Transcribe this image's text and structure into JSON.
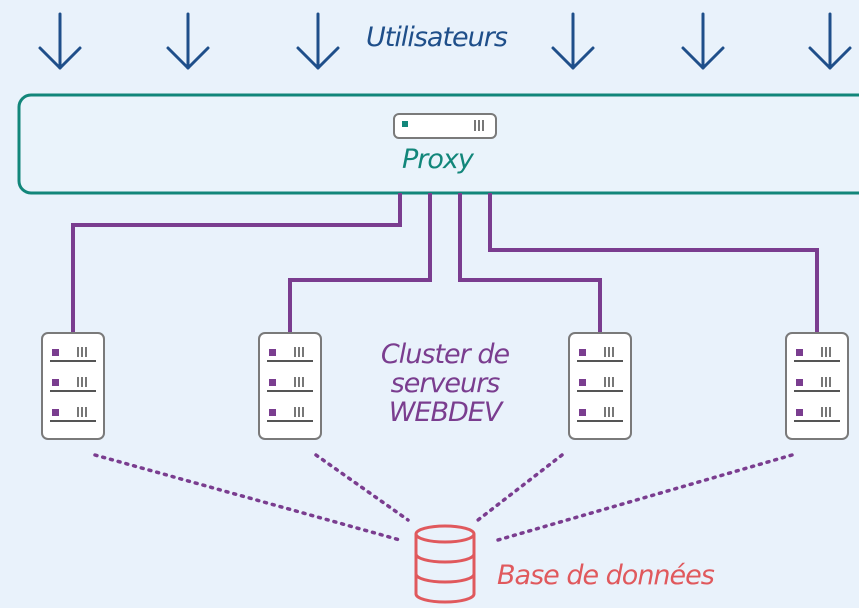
{
  "users": {
    "label": "Utilisateurs",
    "arrow_count": 6
  },
  "proxy": {
    "label": "Proxy"
  },
  "cluster": {
    "label": "Cluster de serveurs WEBDEV",
    "server_count": 4
  },
  "database": {
    "label": "Base de données"
  },
  "colors": {
    "background": "#e9f2fb",
    "user_arrows": "#1f4f8a",
    "proxy": "#12867a",
    "cluster_links": "#7a3d8f",
    "database": "#e0595d",
    "server_outline": "#7a7a7a"
  },
  "icons": {
    "arrow": "arrow-down-icon",
    "proxy_server": "server-unit-icon",
    "cluster_server": "server-rack-icon",
    "database": "database-icon"
  }
}
